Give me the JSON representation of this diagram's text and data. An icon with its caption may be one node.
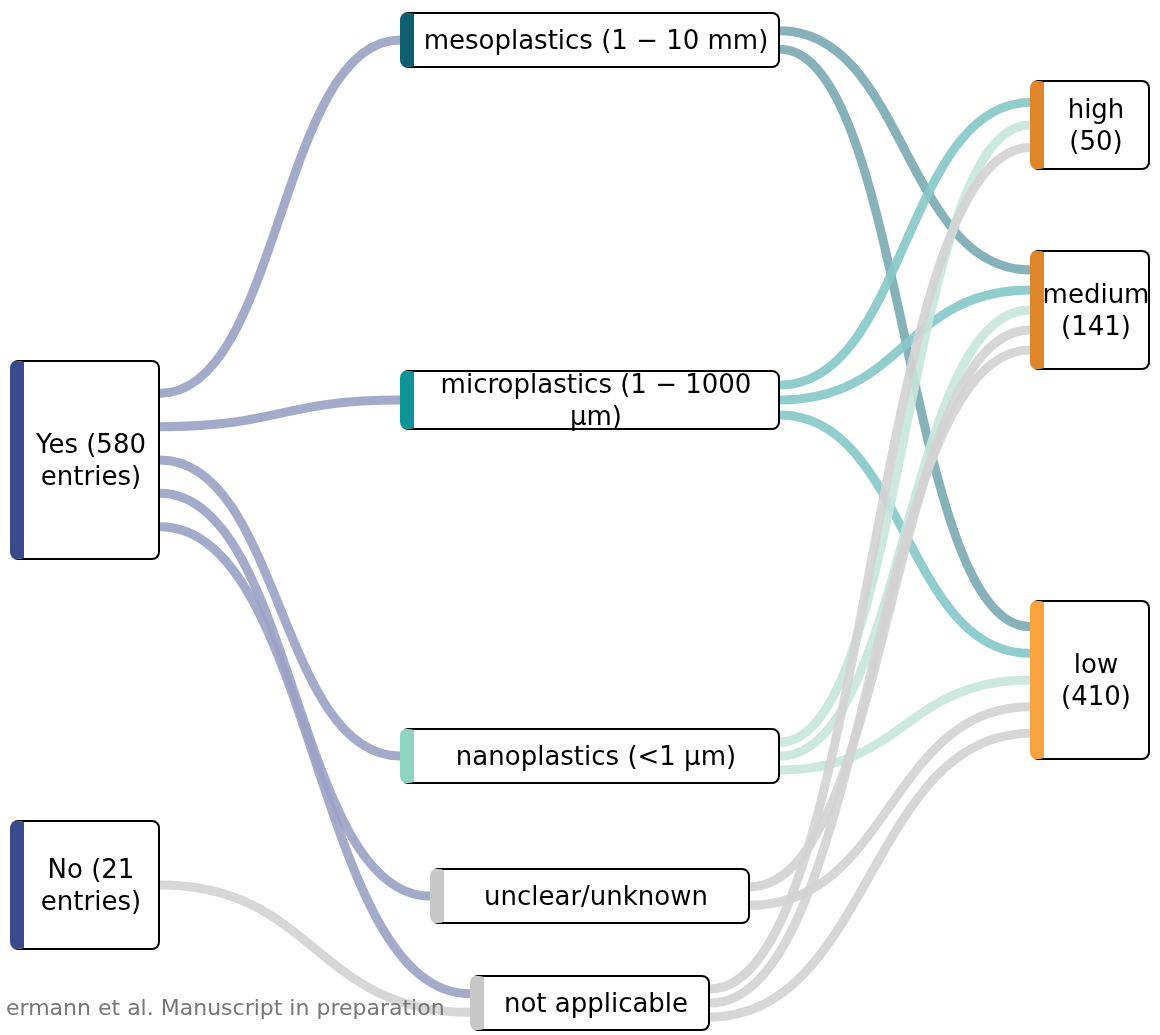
{
  "diagram": {
    "caption": "ermann et al. Manuscript in preparation",
    "nodes": [
      {
        "text": [
          "Yes (580 entries)"
        ]
      },
      {
        "text": [
          "No (21 entries)"
        ]
      },
      {
        "text": [
          "mesoplastics (1 − 10 mm)"
        ]
      },
      {
        "text": [
          "microplastics (1 − 1000 µm)"
        ]
      },
      {
        "text": [
          "nanoplastics (<1 µm)"
        ]
      },
      {
        "text": [
          "unclear/unknown"
        ]
      },
      {
        "text": [
          "not applicable"
        ]
      },
      {
        "text": [
          "high (50)"
        ]
      },
      {
        "text": [
          "medium (141)"
        ]
      },
      {
        "text": [
          "low (410)"
        ]
      }
    ],
    "edges": [
      {
        "from": 0,
        "to": 2,
        "arrow": "none",
        "color": "#9aa1c4"
      },
      {
        "from": 0,
        "to": 3,
        "arrow": "none",
        "color": "#9aa1c4"
      },
      {
        "from": 0,
        "to": 4,
        "arrow": "none",
        "color": "#9aa1c4"
      },
      {
        "from": 0,
        "to": 5,
        "arrow": "none",
        "color": "#9aa1c4"
      },
      {
        "from": 0,
        "to": 6,
        "arrow": "none",
        "color": "#9aa1c4"
      },
      {
        "from": 1,
        "to": 6,
        "arrow": "none",
        "color": "#d3d3d3"
      },
      {
        "from": 2,
        "to": 8,
        "arrow": "none",
        "color": "#7aaab3"
      },
      {
        "from": 2,
        "to": 9,
        "arrow": "none",
        "color": "#7aaab3"
      },
      {
        "from": 3,
        "to": 7,
        "arrow": "none",
        "color": "#86c8c8"
      },
      {
        "from": 3,
        "to": 8,
        "arrow": "none",
        "color": "#86c8c8"
      },
      {
        "from": 3,
        "to": 9,
        "arrow": "none",
        "color": "#86c8c8"
      },
      {
        "from": 4,
        "to": 7,
        "arrow": "none",
        "color": "#c6e6dc"
      },
      {
        "from": 4,
        "to": 8,
        "arrow": "none",
        "color": "#c6e6dc"
      },
      {
        "from": 4,
        "to": 9,
        "arrow": "none",
        "color": "#c6e6dc"
      },
      {
        "from": 5,
        "to": 8,
        "arrow": "none",
        "color": "#d3d3d3"
      },
      {
        "from": 5,
        "to": 9,
        "arrow": "none",
        "color": "#d3d3d3"
      },
      {
        "from": 6,
        "to": 7,
        "arrow": "none",
        "color": "#d3d3d3"
      },
      {
        "from": 6,
        "to": 8,
        "arrow": "none",
        "color": "#d3d3d3"
      },
      {
        "from": 6,
        "to": 9,
        "arrow": "none",
        "color": "#d3d3d3"
      }
    ]
  }
}
